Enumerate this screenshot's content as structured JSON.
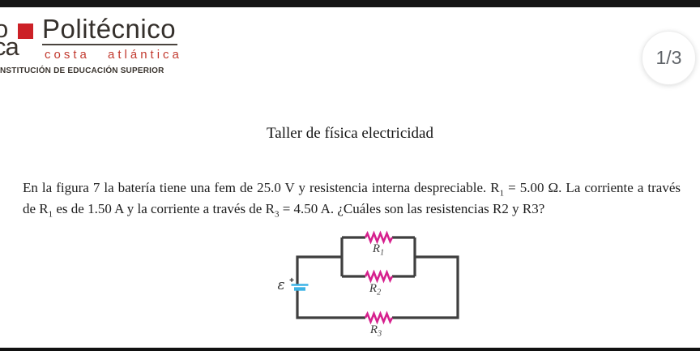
{
  "page": {
    "indicator": "1/3"
  },
  "logo": {
    "monogram_top": "o",
    "monogram_bottom": "ca",
    "name": "Politécnico",
    "subtitle": "costa atlántica",
    "tagline": "NSTITUCIÓN DE EDUCACIÓN SUPERIOR"
  },
  "document": {
    "title": "Taller de física electricidad",
    "paragraph": {
      "p1": "En la figura 7 la batería tiene una fem de 25.0 V y resistencia interna despreciable. R",
      "sub1": "1",
      "p2": " = 5.00 Ω. La corriente a través de R",
      "sub2": "1",
      "p3": " es de 1.50 A y la corriente a través de R",
      "sub3": "3",
      "p4": " = 4.50 A. ¿Cuáles son las resistencias R2 y R3?"
    }
  },
  "circuit": {
    "emf_label": "ε",
    "plus_label": "+",
    "labels": {
      "r1": {
        "base": "R",
        "sub": "1"
      },
      "r2": {
        "base": "R",
        "sub": "2"
      },
      "r3": {
        "base": "R",
        "sub": "3"
      }
    }
  },
  "colors": {
    "top_bar": "#161616",
    "bottom_bar": "#111111",
    "brand_red": "#cc2127",
    "brand_sub_red": "#c23a2f",
    "pill_text": "#5f6368",
    "wire_gray": "#3f3f3f",
    "resistor_magenta": "#d6218e",
    "battery_blue": "#3bb3e6"
  }
}
